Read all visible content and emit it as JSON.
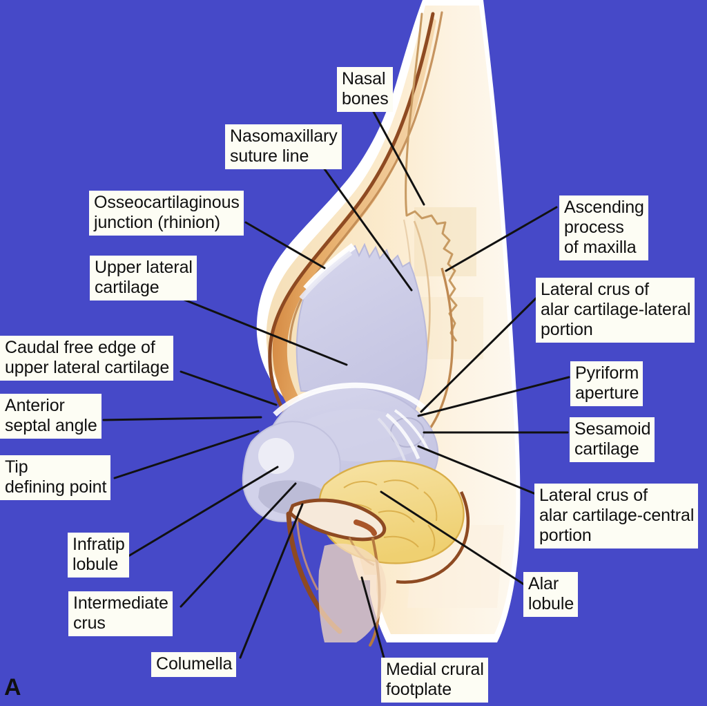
{
  "figure": {
    "panel_letter": "A",
    "background_color": "#4649c8",
    "label_box_color": "#fdfdf4",
    "leader_color": "#111111",
    "skin_color": "#f7e3c4",
    "cartilage_color": "#cfcfe8",
    "fat_color": "#f2d98a",
    "outline_color": "#9a5a32"
  },
  "labels": {
    "nasal_bones": "Nasal\nbones",
    "nasomaxillary_suture_line": "Nasomaxillary\nsuture line",
    "osseocartilaginous_junction": "Osseocartilaginous\njunction (rhinion)",
    "upper_lateral_cartilage": "Upper lateral\ncartilage",
    "caudal_free_edge": "Caudal free edge of\nupper lateral cartilage",
    "anterior_septal_angle": "Anterior\nseptal angle",
    "tip_defining_point": "Tip\ndefining point",
    "infratip_lobule": "Infratip\nlobule",
    "intermediate_crus": "Intermediate\ncrus",
    "columella": "Columella",
    "medial_crural_footplate": "Medial crural\nfootplate",
    "alar_lobule": "Alar\nlobule",
    "lateral_crus_central": "Lateral crus of\nalar cartilage-central\nportion",
    "sesamoid_cartilage": "Sesamoid\ncartilage",
    "pyriform_aperture": "Pyriform\naperture",
    "lateral_crus_lateral": "Lateral crus of\nalar cartilage-lateral\nportion",
    "ascending_process_of_maxilla": "Ascending\nprocess\nof maxilla"
  }
}
